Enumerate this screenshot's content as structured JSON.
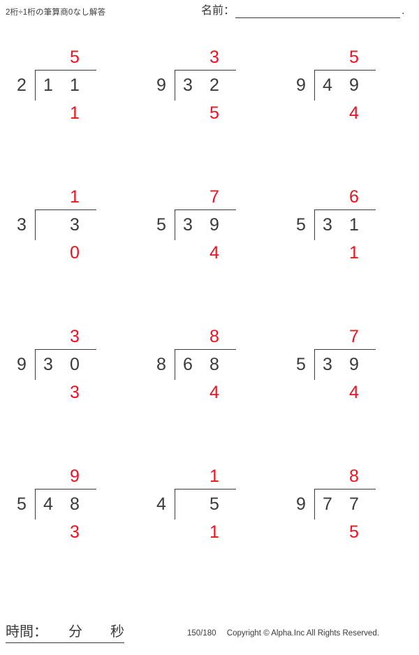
{
  "header": {
    "title": "2桁÷1桁の筆算商0なし解答",
    "name_label": "名前：",
    "name_value": "",
    "name_trailing_dot": "."
  },
  "colors": {
    "answer_red": "#ee1122",
    "ink": "#3a3a3a",
    "background": "#ffffff"
  },
  "problems": [
    {
      "divisor": "2",
      "dividend_tens": "1",
      "dividend_ones": "1",
      "quotient": "5",
      "remainder": "1"
    },
    {
      "divisor": "9",
      "dividend_tens": "3",
      "dividend_ones": "2",
      "quotient": "3",
      "remainder": "5"
    },
    {
      "divisor": "9",
      "dividend_tens": "4",
      "dividend_ones": "9",
      "quotient": "5",
      "remainder": "4"
    },
    {
      "divisor": "3",
      "dividend_tens": "",
      "dividend_ones": "3",
      "quotient": "1",
      "remainder": "0"
    },
    {
      "divisor": "5",
      "dividend_tens": "3",
      "dividend_ones": "9",
      "quotient": "7",
      "remainder": "4"
    },
    {
      "divisor": "5",
      "dividend_tens": "3",
      "dividend_ones": "1",
      "quotient": "6",
      "remainder": "1"
    },
    {
      "divisor": "9",
      "dividend_tens": "3",
      "dividend_ones": "0",
      "quotient": "3",
      "remainder": "3"
    },
    {
      "divisor": "8",
      "dividend_tens": "6",
      "dividend_ones": "8",
      "quotient": "8",
      "remainder": "4"
    },
    {
      "divisor": "5",
      "dividend_tens": "3",
      "dividend_ones": "9",
      "quotient": "7",
      "remainder": "4"
    },
    {
      "divisor": "5",
      "dividend_tens": "4",
      "dividend_ones": "8",
      "quotient": "9",
      "remainder": "3"
    },
    {
      "divisor": "4",
      "dividend_tens": "",
      "dividend_ones": "5",
      "quotient": "1",
      "remainder": "1"
    },
    {
      "divisor": "9",
      "dividend_tens": "7",
      "dividend_ones": "7",
      "quotient": "8",
      "remainder": "5"
    }
  ],
  "footer": {
    "time_label": "時間：　　分　　秒",
    "page_count": "150/180",
    "copyright": "Copyright © Alpha.Inc All Rights Reserved."
  }
}
